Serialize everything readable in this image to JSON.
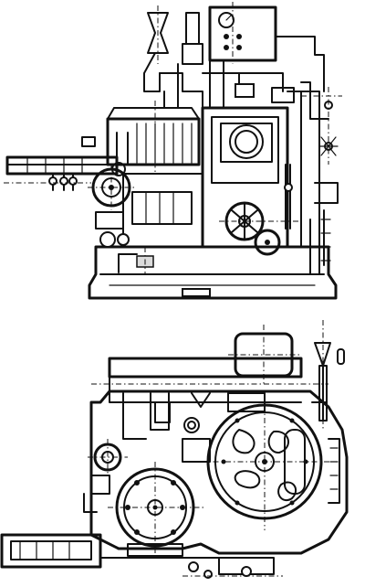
{
  "views": [
    {
      "id": "side-elevation",
      "kind": "line-drawing"
    },
    {
      "id": "plan-view",
      "kind": "line-drawing"
    }
  ],
  "colors": {
    "ink": "#111111",
    "paper": "#ffffff"
  }
}
